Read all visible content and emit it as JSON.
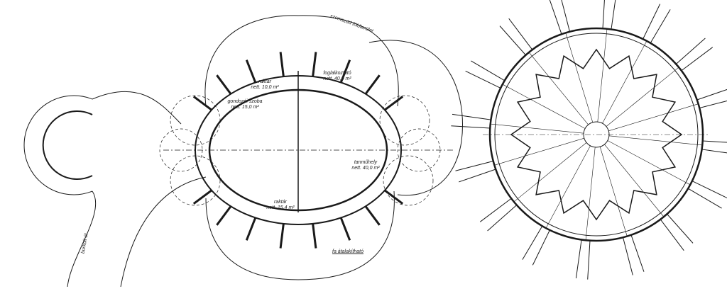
{
  "drawing": {
    "left_plan": {
      "rooms": [
        {
          "name": "raktár",
          "area": "nett. 10,0 m²"
        },
        {
          "name": "foglalkoztató",
          "area": "nett. 40,0 m²"
        },
        {
          "name": "gondozói szoba",
          "area": "nett. 15,0 m²"
        },
        {
          "name": "tanműhely",
          "area": "nett. 40,0 m²"
        },
        {
          "name": "raktár",
          "area": "nett. 15,4 m²"
        }
      ],
      "path_label": "burkolt út",
      "boundary_label": "szomszéd földterület",
      "note": "fa átalakítható"
    },
    "ink_color": "#1a1a1a"
  }
}
